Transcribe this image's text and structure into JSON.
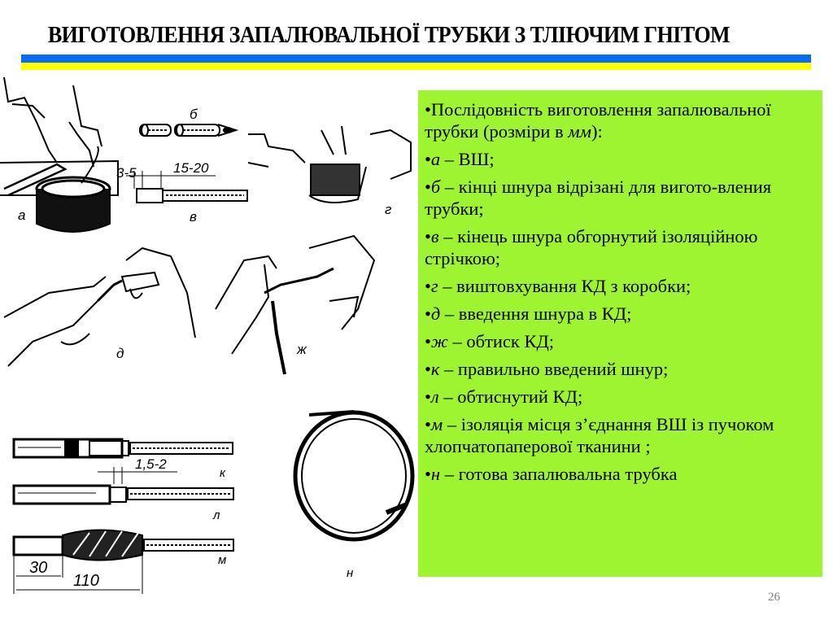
{
  "slide": {
    "title": "ВИГОТОВЛЕННЯ ЗАПАЛЮВАЛЬНОЇ ТРУБКИ З ТЛІЮЧИМ ГНІТОМ",
    "page_number": "26",
    "colors": {
      "flag_blue": "#0a6cf0",
      "flag_yellow": "#ffff00",
      "panel_green": "#9ef430"
    }
  },
  "panel": {
    "items": [
      {
        "bullet": "•",
        "letter": "",
        "text": "Послідовність виготовлення запалювальної трубки (розміри в ",
        "unit": "мм",
        "tail": "):"
      },
      {
        "bullet": "•",
        "letter": "а",
        "text": " – ВШ;"
      },
      {
        "bullet": "•",
        "letter": "б",
        "text": " – кінці шнура відрізані для вигото-вления трубки;"
      },
      {
        "bullet": "•",
        "letter": "в",
        "text": " – кінець шнура обгорнутий ізоляційною стрічкою;"
      },
      {
        "bullet": "•",
        "letter": "г",
        "text": " – виштовхування КД з коробки;"
      },
      {
        "bullet": "•",
        "letter": "д",
        "text": " – введення шнура в КД;"
      },
      {
        "bullet": "•",
        "letter": "ж",
        "text": " – обтиск КД;"
      },
      {
        "bullet": "•",
        "letter": "к",
        "text": " – правильно введений шнур;"
      },
      {
        "bullet": "•",
        "letter": "л",
        "text": " – обтиснутий КД;"
      },
      {
        "bullet": "•",
        "letter": "м",
        "text": " – ізоляція місця з’єднання ВШ із пучоком хлопчатопаперової тканини ;"
      },
      {
        "bullet": "•",
        "letter": "н",
        "text": " – готова запалювальна трубка"
      }
    ]
  },
  "figure": {
    "labels": {
      "a": "а",
      "b": "б",
      "v": "в",
      "g": "г",
      "d": "д",
      "zh": "ж",
      "k": "к",
      "l": "л",
      "m": "м",
      "n": "н"
    },
    "dimensions": {
      "gap": "3-5",
      "tape": "15-20",
      "crimp": "1,5-2",
      "short": "30",
      "long": "110"
    }
  }
}
